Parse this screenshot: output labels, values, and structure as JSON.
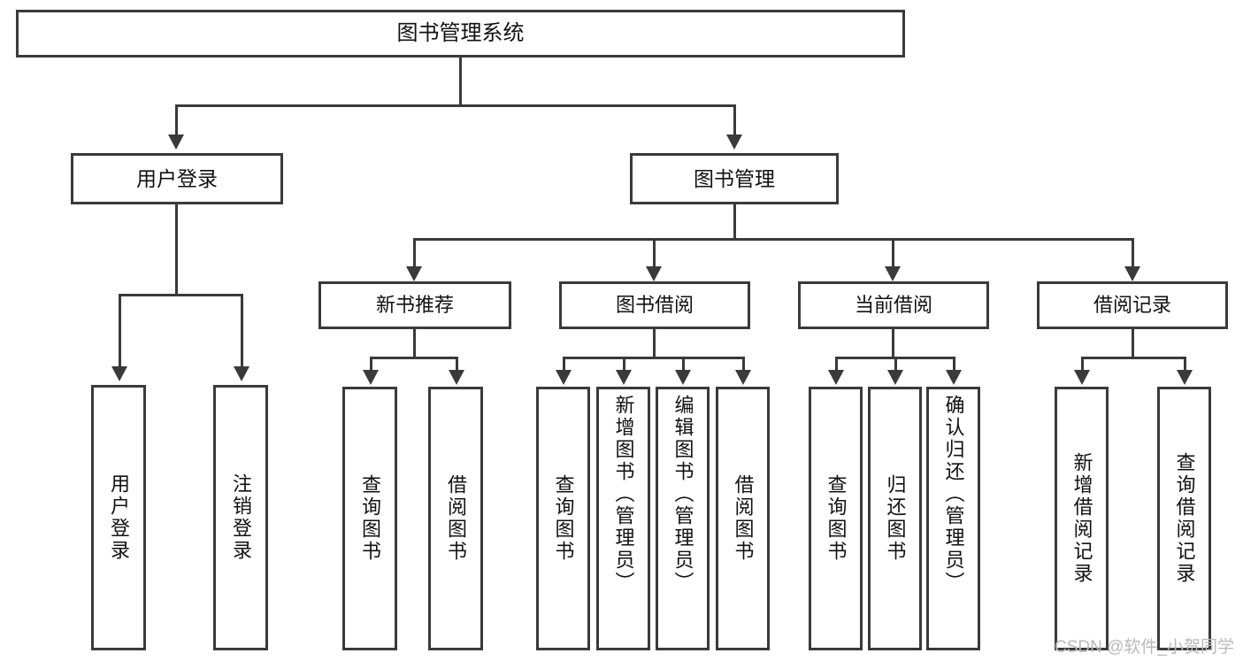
{
  "diagram": {
    "title": "图书管理系统",
    "type": "tree",
    "root": {
      "label": "图书管理系统"
    },
    "level1": [
      {
        "label": "用户登录"
      },
      {
        "label": "图书管理"
      }
    ],
    "level2": [
      {
        "label": "新书推荐"
      },
      {
        "label": "图书借阅"
      },
      {
        "label": "当前借阅"
      },
      {
        "label": "借阅记录"
      }
    ],
    "leaves": {
      "user_login": [
        {
          "label": "用户登录"
        },
        {
          "label": "注销登录"
        }
      ],
      "new_book_recommend": [
        {
          "label": "查询图书"
        },
        {
          "label": "借阅图书"
        }
      ],
      "book_borrow": [
        {
          "label": "查询图书"
        },
        {
          "label": "新增图书（管理员）"
        },
        {
          "label": "编辑图书（管理员）"
        },
        {
          "label": "借阅图书"
        }
      ],
      "current_borrow": [
        {
          "label": "查询图书"
        },
        {
          "label": "归还图书"
        },
        {
          "label": "确认归还（管理员）"
        }
      ],
      "borrow_record": [
        {
          "label": "新增借阅记录"
        },
        {
          "label": "查询借阅记录"
        }
      ]
    }
  },
  "watermark": {
    "text": "CSDN @软件_小贺同学"
  },
  "colors": {
    "stroke": "#3a3a3a",
    "fill": "#ffffff",
    "text": "#111111",
    "watermark": "#b9b9b9"
  }
}
